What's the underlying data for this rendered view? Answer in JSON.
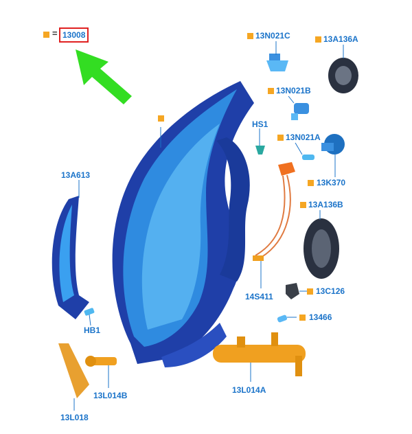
{
  "colors": {
    "label": "#1a73c9",
    "marker": "#f5a623",
    "highlight_box": "#e02020",
    "arrow": "#33dd22",
    "part_blue": "#1e88e5",
    "part_dark": "#1f3fa8",
    "part_orange": "#f0a020",
    "rubber": "#2a3140"
  },
  "legend": {
    "part_number": "13008",
    "equals": "="
  },
  "labels": {
    "l13N021C": "13N021C",
    "l13A136A": "13A136A",
    "l13N021B": "13N021B",
    "lHS1": "HS1",
    "l13N021A": "13N021A",
    "l13K370": "13K370",
    "l13A613": "13A613",
    "l13A136B": "13A136B",
    "l14S411": "14S411",
    "l13C126": "13C126",
    "l13466": "13466",
    "lHB1": "HB1",
    "l13L014A": "13L014A",
    "l13L014B": "13L014B",
    "l13L018": "13L018"
  }
}
